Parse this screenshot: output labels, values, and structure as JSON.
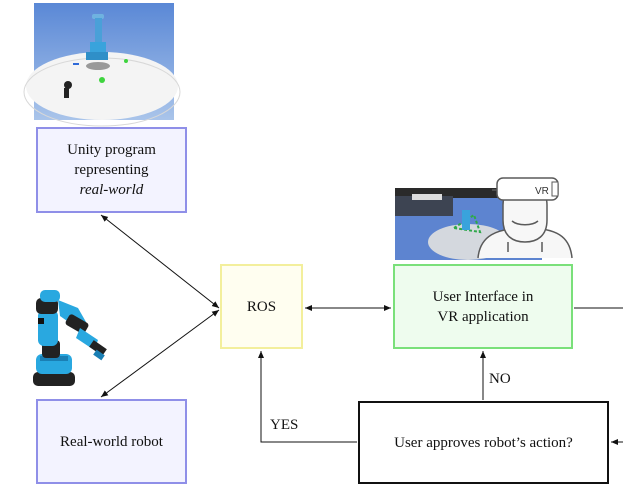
{
  "nodes": {
    "unity": {
      "line1": "Unity program",
      "line2": "representing",
      "line3": "real-world"
    },
    "ros": {
      "label": "ROS"
    },
    "ui": {
      "line1": "User Interface in",
      "line2": "VR application"
    },
    "robot": {
      "label": "Real-world robot"
    },
    "approve": {
      "label": "User approves robot’s action?"
    }
  },
  "edge_labels": {
    "yes": "YES",
    "no": "NO"
  },
  "images": {
    "unity_scene": "unity-scene-thumbnail",
    "robot_arm": "robot-arm-photo",
    "vr_scene": "vr-scene-thumbnail",
    "vr_user": "vr-headset-user-icon",
    "vr_badge": "VR"
  },
  "colors": {
    "blue_border": "#8f8fe8",
    "yellow_border": "#f3ef9c",
    "green_border": "#7ae07a",
    "robot_blue": "#29a8e0"
  }
}
